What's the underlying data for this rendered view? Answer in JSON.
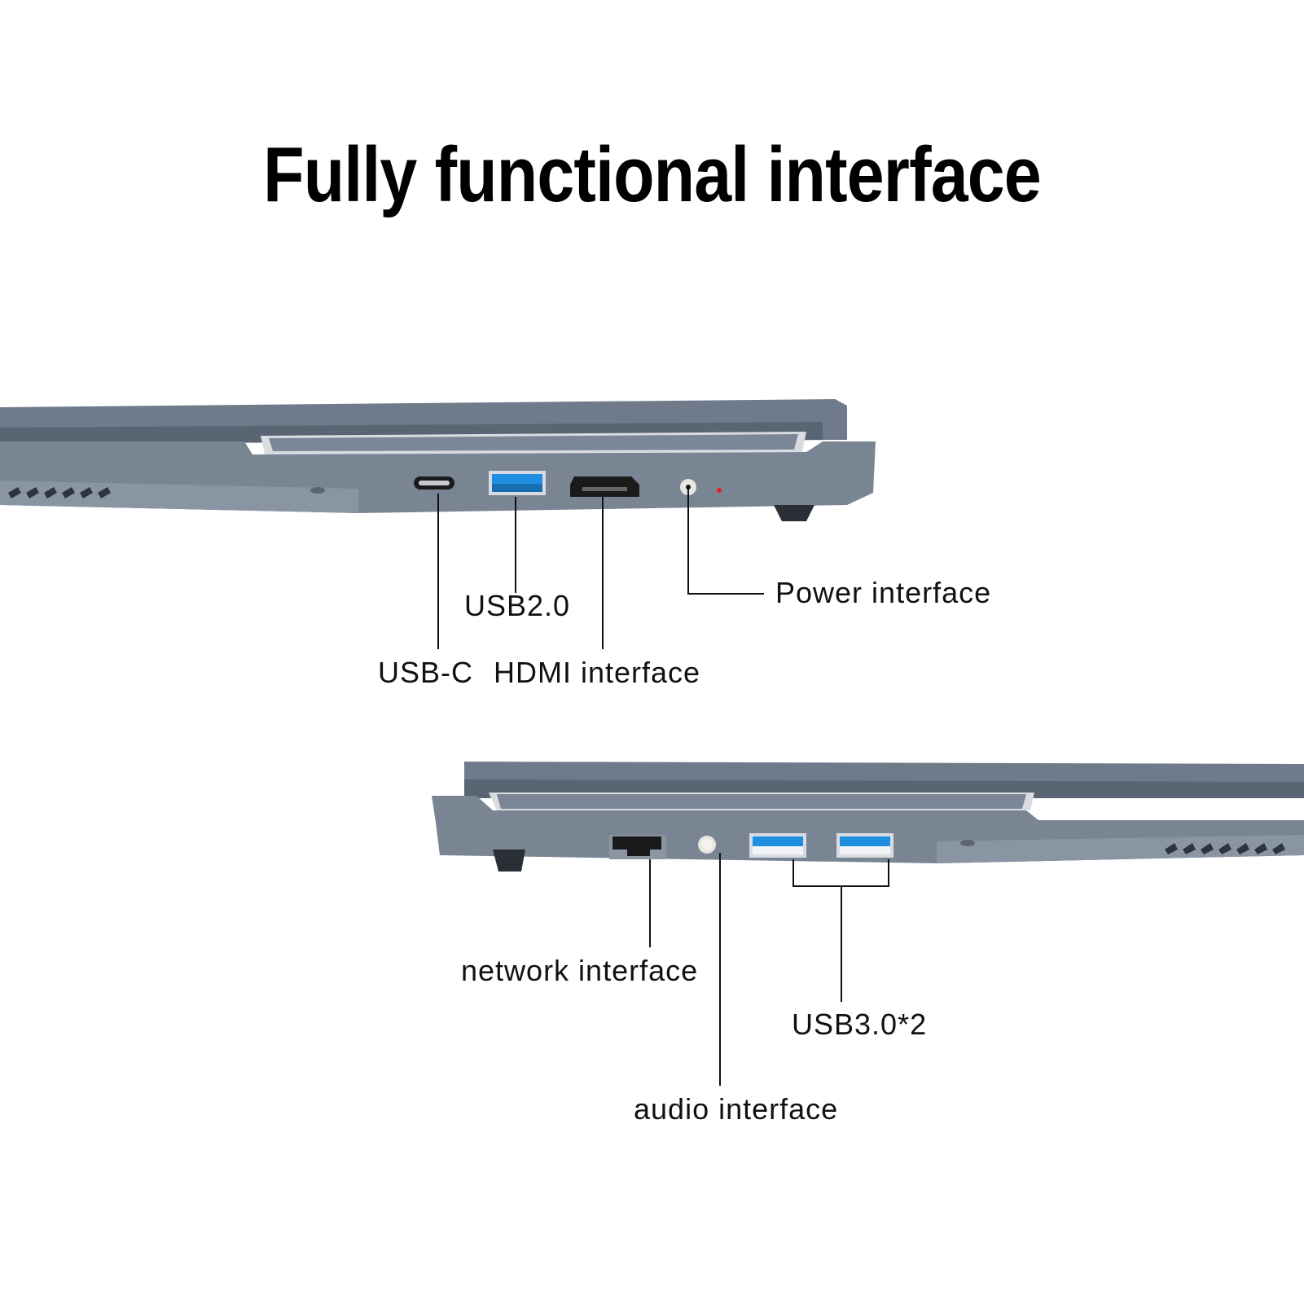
{
  "title": "Fully functional interface",
  "colors": {
    "chassis": "#6b7786",
    "chassis_dark": "#4f5a68",
    "port_black": "#1a1a1a",
    "usb_blue": "#1e8fe0",
    "led_red": "#e02020"
  },
  "top_view": {
    "ports": [
      {
        "label": "USB-C",
        "icon": "usb-c-port-icon"
      },
      {
        "label": "USB2.0",
        "icon": "usb-a-port-icon"
      },
      {
        "label": "HDMI interface",
        "icon": "hdmi-port-icon"
      },
      {
        "label": "Power interface",
        "icon": "dc-power-port-icon"
      }
    ]
  },
  "bottom_view": {
    "ports": [
      {
        "label": "network interface",
        "icon": "rj45-port-icon"
      },
      {
        "label": "audio interface",
        "icon": "audio-jack-icon"
      },
      {
        "label": "USB3.0*2",
        "icon": "usb-a-port-icon"
      }
    ]
  }
}
